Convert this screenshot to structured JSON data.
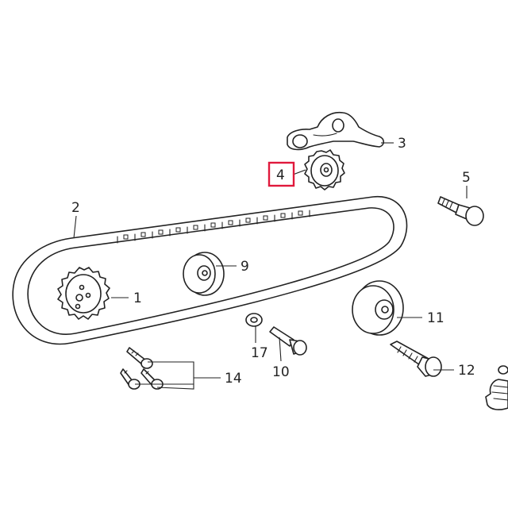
{
  "diagram": {
    "highlight_color": "#e0193c",
    "line_color": "#222222",
    "highlighted_callout": "4",
    "callouts": {
      "c1": "1",
      "c2": "2",
      "c3": "3",
      "c4": "4",
      "c5": "5",
      "c9": "9",
      "c10": "10",
      "c11": "11",
      "c12": "12",
      "c14": "14",
      "c17": "17"
    }
  }
}
